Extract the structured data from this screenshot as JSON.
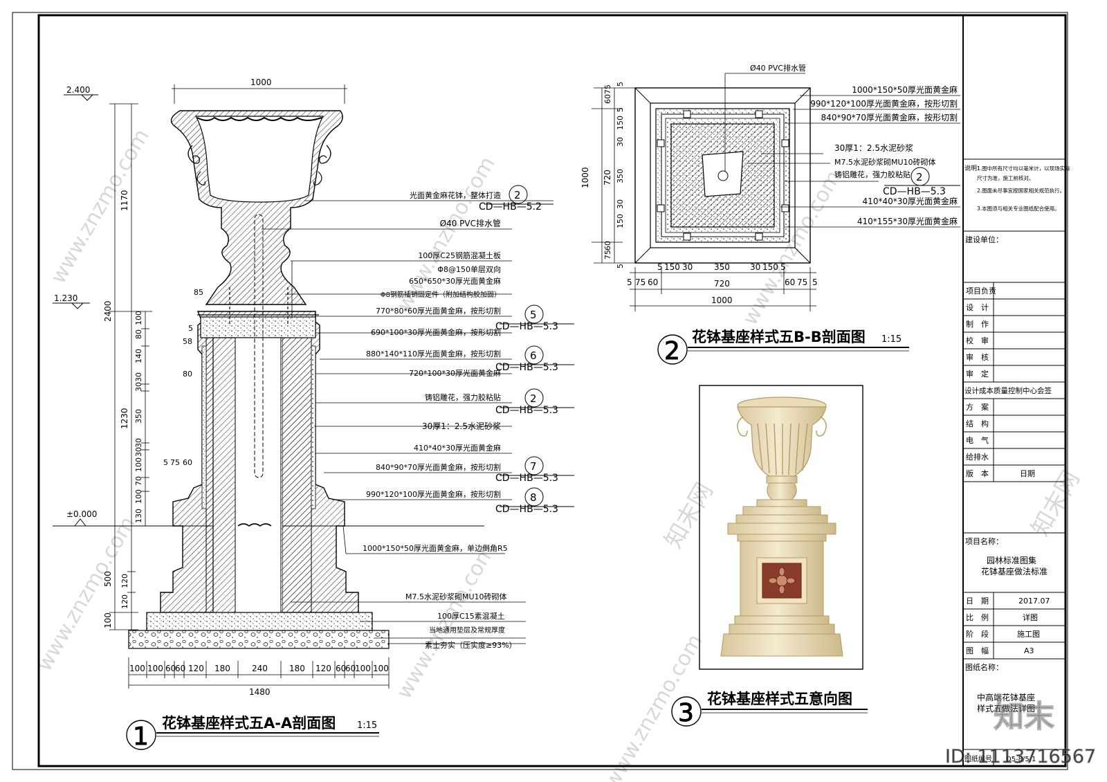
{
  "watermark": {
    "brand": "知末",
    "id_label": "ID: 1113716567",
    "site": "www.znzmo.com",
    "cn_site": "知末网"
  },
  "drawing1": {
    "number": "1",
    "title": "花钵基座样式五A-A剖面图",
    "scale": "1:15",
    "elevations": [
      "2.400",
      "1.230",
      "±0.000"
    ],
    "top_width": "1000",
    "left_dims_outer": [
      "1170",
      "2400",
      "1230",
      "500",
      "100"
    ],
    "left_dims_inner": [
      "100",
      "80",
      "140",
      "30",
      "30",
      "350",
      "30",
      "30",
      "100",
      "70",
      "100",
      "130",
      "120",
      "120"
    ],
    "small_dims": [
      "85",
      "5",
      "58",
      "80",
      "5",
      "75",
      "60"
    ],
    "bottom_dims": [
      "100",
      "100",
      "60",
      "60",
      "120",
      "180",
      "240",
      "180",
      "120",
      "60",
      "60",
      "100",
      "100"
    ],
    "total_width": "1480",
    "callouts": [
      {
        "text": "光面黄金麻花钵，整体打造",
        "ref_num": "2",
        "ref_code": "CD—HB—5.2"
      },
      {
        "text": "Ø40 PVC排水管"
      },
      {
        "text": "100厚C25钢筋混凝土板"
      },
      {
        "text": "Φ8@150单层双向"
      },
      {
        "text": "650*650*30厚光面黄金麻"
      },
      {
        "text": "Φ8钢筋插销固定件（附加结构胶加固）"
      },
      {
        "text": "770*80*60厚光面黄金麻，按形切割",
        "ref_num": "5",
        "ref_code": "CD—HB—5.3"
      },
      {
        "text": "690*100*30厚光面黄金麻，按形切割"
      },
      {
        "text": "880*140*110厚光面黄金麻，按形切割",
        "ref_num": "6",
        "ref_code": "CD—HB—5.3"
      },
      {
        "text": "720*100*30厚光面黄金麻"
      },
      {
        "text": "铸铝雕花，强力胶粘贴",
        "ref_num": "2",
        "ref_code": "CD—HB—5.3"
      },
      {
        "text": "30厚1：2.5水泥砂浆"
      },
      {
        "text": "410*40*30厚光面黄金麻"
      },
      {
        "text": "840*90*70厚光面黄金麻，按形切割",
        "ref_num": "7",
        "ref_code": "CD—HB—5.3"
      },
      {
        "text": "990*120*100厚光面黄金麻，按形切割",
        "ref_num": "8",
        "ref_code": "CD—HB—5.3"
      },
      {
        "text": "1000*150*50厚光面黄金麻，单边倒角R5"
      },
      {
        "text": "M7.5水泥砂浆砌MU10砖砌体"
      },
      {
        "text": "100厚C15素混凝土"
      },
      {
        "text": "当地通用垫层及常规厚度"
      },
      {
        "text": "素土夯实（压实度≥93%）"
      }
    ]
  },
  "drawing2": {
    "number": "2",
    "title": "花钵基座样式五B-B剖面图",
    "scale": "1:15",
    "top_label": "Ø40 PVC排水管",
    "left_dims": [
      "5",
      "60",
      "75",
      "5",
      "30",
      "150",
      "350",
      "30",
      "150",
      "75",
      "60",
      "5"
    ],
    "outer_left": "1000",
    "inner_left": "720",
    "bottom_dims_row1": [
      "5",
      "150",
      "30",
      "350",
      "30",
      "150",
      "5"
    ],
    "bottom_dims_row2": [
      "5",
      "75",
      "60",
      "720",
      "60",
      "75",
      "5"
    ],
    "total_width": "1000",
    "callouts": [
      {
        "text": "1000*150*50厚光面黄金麻"
      },
      {
        "text": "990*120*100厚光面黄金麻，按形切割"
      },
      {
        "text": "840*90*70厚光面黄金麻，按形切割"
      },
      {
        "text": "30厚1：2.5水泥砂浆"
      },
      {
        "text": "M7.5水泥砂浆砌MU10砖砌体"
      },
      {
        "text": "铸铝雕花，强力胶粘贴",
        "ref_num": "2",
        "ref_code": "CD—HB—5.3"
      },
      {
        "text": "410*40*30厚光面黄金麻"
      },
      {
        "text": "410*155*30厚光面黄金麻"
      }
    ]
  },
  "drawing3": {
    "number": "3",
    "title": "花钵基座样式五意向图"
  },
  "title_block": {
    "notes_label": "说明：",
    "notes": [
      "1.图中所有尺寸均以毫米计，以现场实际",
      "尺寸为准，施工前核对。",
      "2.图面未尽事宜按国家相关规范执行。",
      "3.本图须与相关专业图纸配合使用。"
    ],
    "client_label": "建设单位：",
    "roles": [
      "项目负责",
      "设　计",
      "制　作",
      "校　审",
      "审　核",
      "审　定"
    ],
    "company": "设计成本质量控制中心会签",
    "disciplines": [
      "方　案",
      "结　构",
      "电　气",
      "给排水"
    ],
    "version_label": "版　本",
    "date_label_col": "日期",
    "project_label": "项目名称：",
    "project_name_1": "园林标准图集",
    "project_name_2": "花钵基座做法标准",
    "info_rows": [
      {
        "label": "日　期",
        "value": "2017.07"
      },
      {
        "label": "比　例",
        "value": "详图"
      },
      {
        "label": "阶　段",
        "value": "施工图"
      },
      {
        "label": "图　幅",
        "value": "A3"
      }
    ],
    "drawing_name_label": "图纸名称：",
    "drawing_name_1": "中高端花钵基座",
    "drawing_name_2": "样式五做法详图",
    "drawing_no_label": "图纸编号",
    "drawing_no": "D5-8/5.1"
  }
}
